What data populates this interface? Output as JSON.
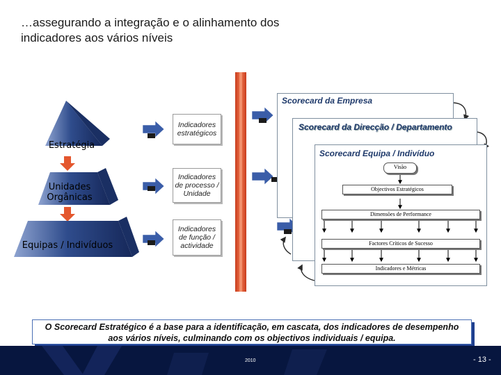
{
  "title": {
    "line1": "…assegurando a integração e o alinhamento dos",
    "line2": "indicadores aos vários níveis"
  },
  "pyramid": {
    "strategy": "Estratégia",
    "units": "Unidades Orgânicas",
    "teams": "Equipas / Indivíduos"
  },
  "indicators": {
    "strategic": "Indicadores estratégicos",
    "process": "Indicadores de processo / Unidade",
    "function": "Indicadores de função / actividade"
  },
  "scorecards": {
    "company": "Scorecard da Empresa",
    "direction": "Scorecard da Direcção / Departamento",
    "team": "Scorecard Equipa / Indivíduo"
  },
  "flow": {
    "vision": "Visão",
    "objectives": "Objectivos Estratégicos",
    "dimensions": "Dimensões de Performance",
    "factors": "Factores Críticos de Sucesso",
    "metrics": "Indicadores e Métricas"
  },
  "caption": "O Scorecard Estratégico é a base para a identificação, em cascata,  dos indicadores de desempenho aos vários níveis, culminando com os objectivos individuais / equipa.",
  "footer": {
    "year": "2010",
    "page": "- 13 -"
  },
  "colors": {
    "pyramid_fill": "#2f4c8c",
    "bar_fill": "#e4572e",
    "arrow_fill": "#3a5da8",
    "title_blue": "#1f3a6b",
    "footer_bg": "#07163f"
  }
}
